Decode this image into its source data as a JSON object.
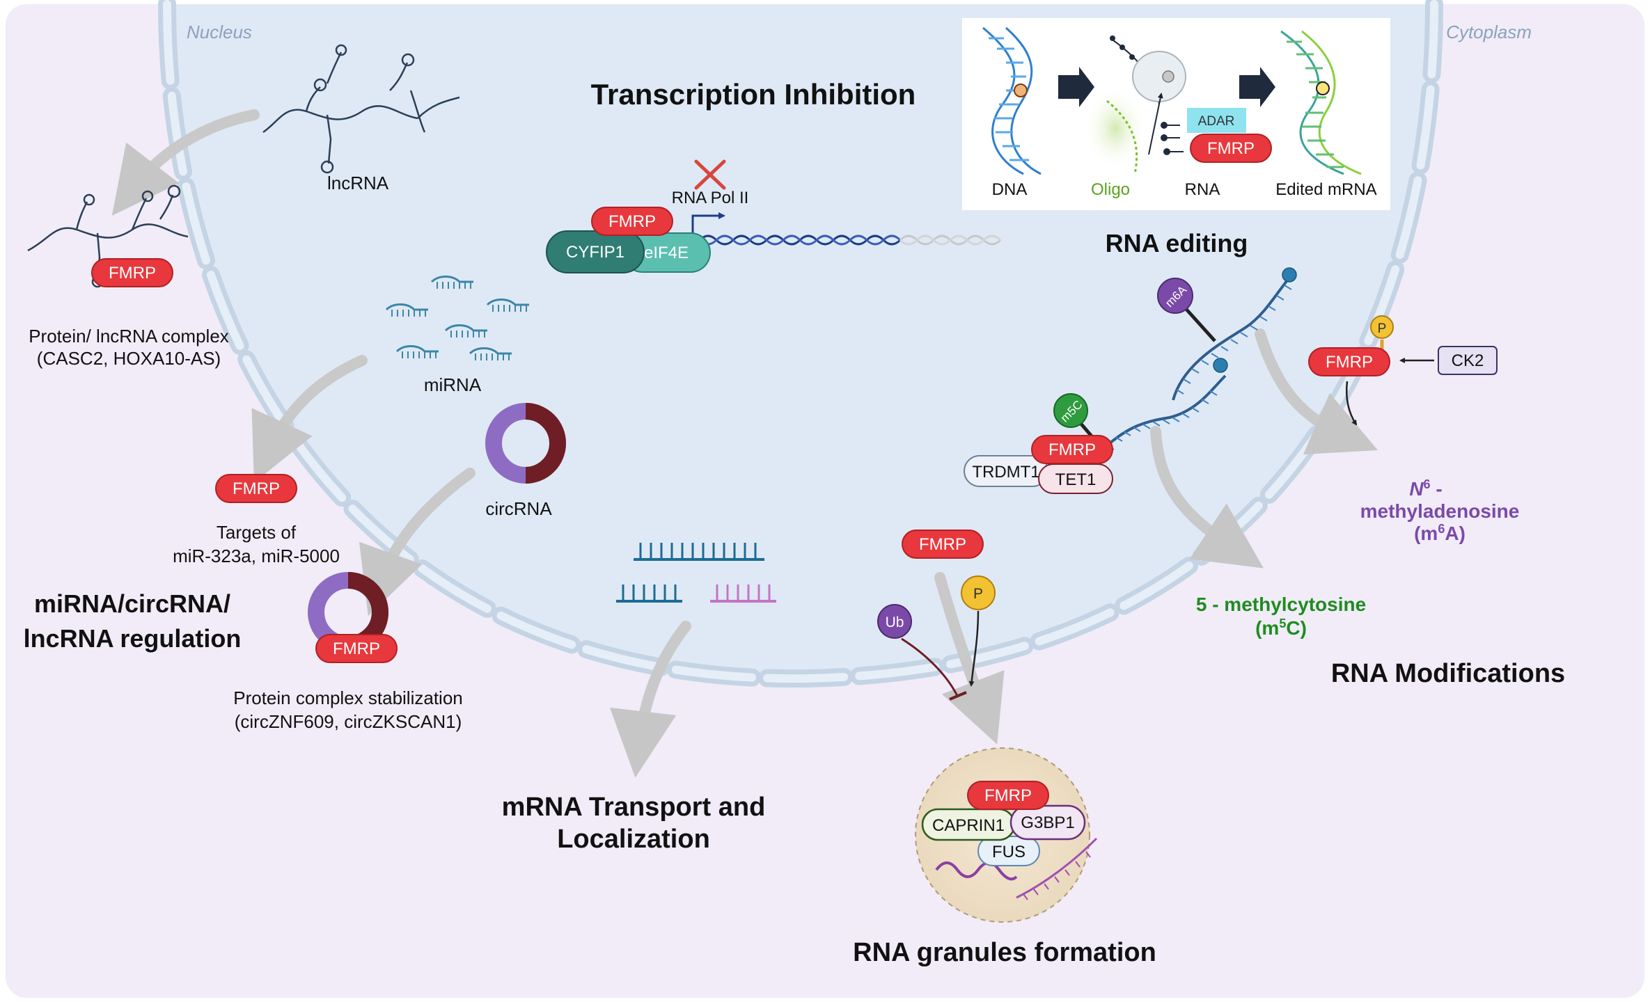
{
  "regions": {
    "nucleus": "Nucleus",
    "cytoplasm": "Cytoplasm"
  },
  "headings": {
    "transcription": "Transcription Inhibition",
    "rna_editing": "RNA editing",
    "regulation_line1": "miRNA/circRNA/",
    "regulation_line2": "lncRNA regulation",
    "transport_line1": "mRNA Transport and",
    "transport_line2": "Localization",
    "granules": "RNA granules formation",
    "modifications": "RNA Modifications"
  },
  "labels": {
    "lncrna": "lncRNA",
    "mirna": "miRNA",
    "circrna": "circRNA",
    "protein_lnc_complex_1": "Protein/ lncRNA complex",
    "protein_lnc_complex_2": "(CASC2,  HOXA10-AS)",
    "targets_1": "Targets of",
    "targets_2": "miR-323a, miR-5000",
    "stabilization_1": "Protein complex stabilization",
    "stabilization_2": "(circZNF609, circZKSCAN1)",
    "rna_pol": "RNA Pol II",
    "m6a_line1_n": "N",
    "m6a_line1_sup": "6",
    "m6a_line1_rest": " -",
    "m6a_line2": "methyladenosine",
    "m6a_line3_a": "(m",
    "m6a_line3_sup": "6",
    "m6a_line3_b": "A)",
    "m5c_line1": "5 - methylcytosine",
    "m5c_line2_a": "(m",
    "m5c_line2_sup": "5",
    "m5c_line2_b": "C)"
  },
  "proteins": {
    "fmrp": "FMRP",
    "cyfip1": "CYFIP1",
    "eif4e": "eIF4E",
    "trdmt1": "TRDMT1",
    "tet1": "TET1",
    "ck2": "CK2",
    "caprin1": "CAPRIN1",
    "g3bp1": "G3BP1",
    "fus": "FUS",
    "adar": "ADAR"
  },
  "badges": {
    "ub": "Ub",
    "p": "P",
    "m6a": "m6A",
    "m5c": "m5C"
  },
  "editing_panel": {
    "dna": "DNA",
    "oligo": "Oligo",
    "rna": "RNA",
    "edited": "Edited mRNA"
  },
  "colors": {
    "fmrp_red": "#e8383d",
    "nucleus_fill": "#dfe9f5",
    "cytoplasm_fill": "#f1ecf8",
    "heading": "#111111",
    "m6a_purple": "#7b4aa8",
    "m5c_green": "#1f8c1f",
    "arrow_gray": "#c8c8c8"
  }
}
